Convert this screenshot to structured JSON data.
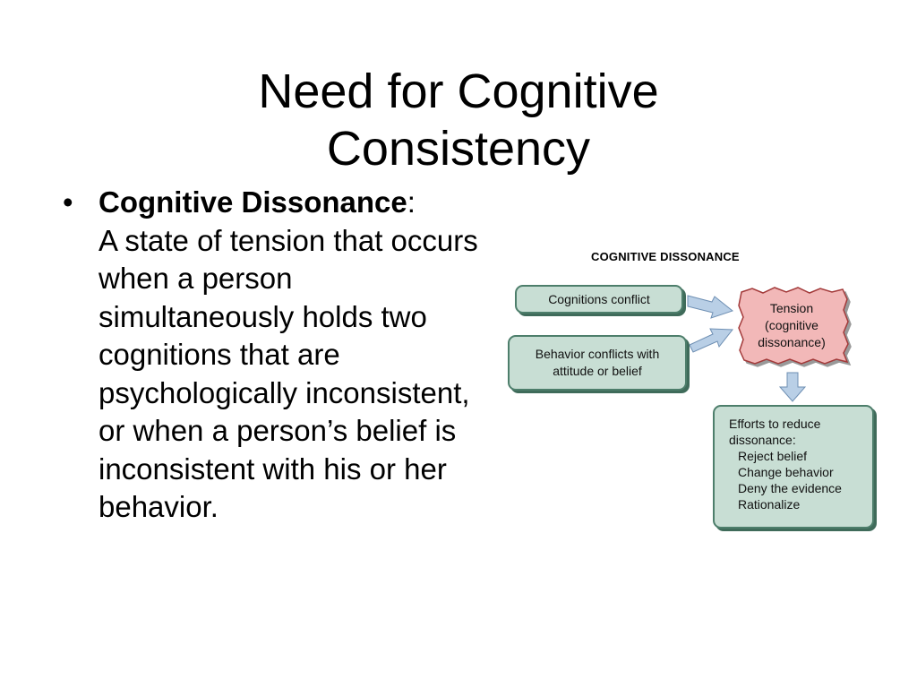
{
  "slide": {
    "title_lines": [
      "Need for Cognitive",
      "Consistency"
    ],
    "bullet": {
      "term": "Cognitive Dissonance",
      "colon": ":",
      "definition": "A state of tension that occurs when a person simultaneously holds two cognitions that are psychologically inconsistent, or when a person’s belief is inconsistent with his or her behavior."
    }
  },
  "diagram": {
    "heading": "COGNITIVE DISSONANCE",
    "conflict_box": "Cognitions conflict",
    "behavior_box": [
      "Behavior conflicts with",
      "attitude or belief"
    ],
    "tension_box": [
      "Tension",
      "(cognitive",
      "dissonance)"
    ],
    "efforts_box": {
      "heading": [
        "Efforts to reduce",
        "dissonance:"
      ],
      "items": [
        "Reject belief",
        "Change behavior",
        "Deny the evidence",
        "Rationalize"
      ]
    },
    "colors": {
      "box_fill": "#c8ded4",
      "box_border": "#4d7e6b",
      "tension_fill": "#f2b8b8",
      "arrow_fill": "#b9cfe6"
    }
  }
}
